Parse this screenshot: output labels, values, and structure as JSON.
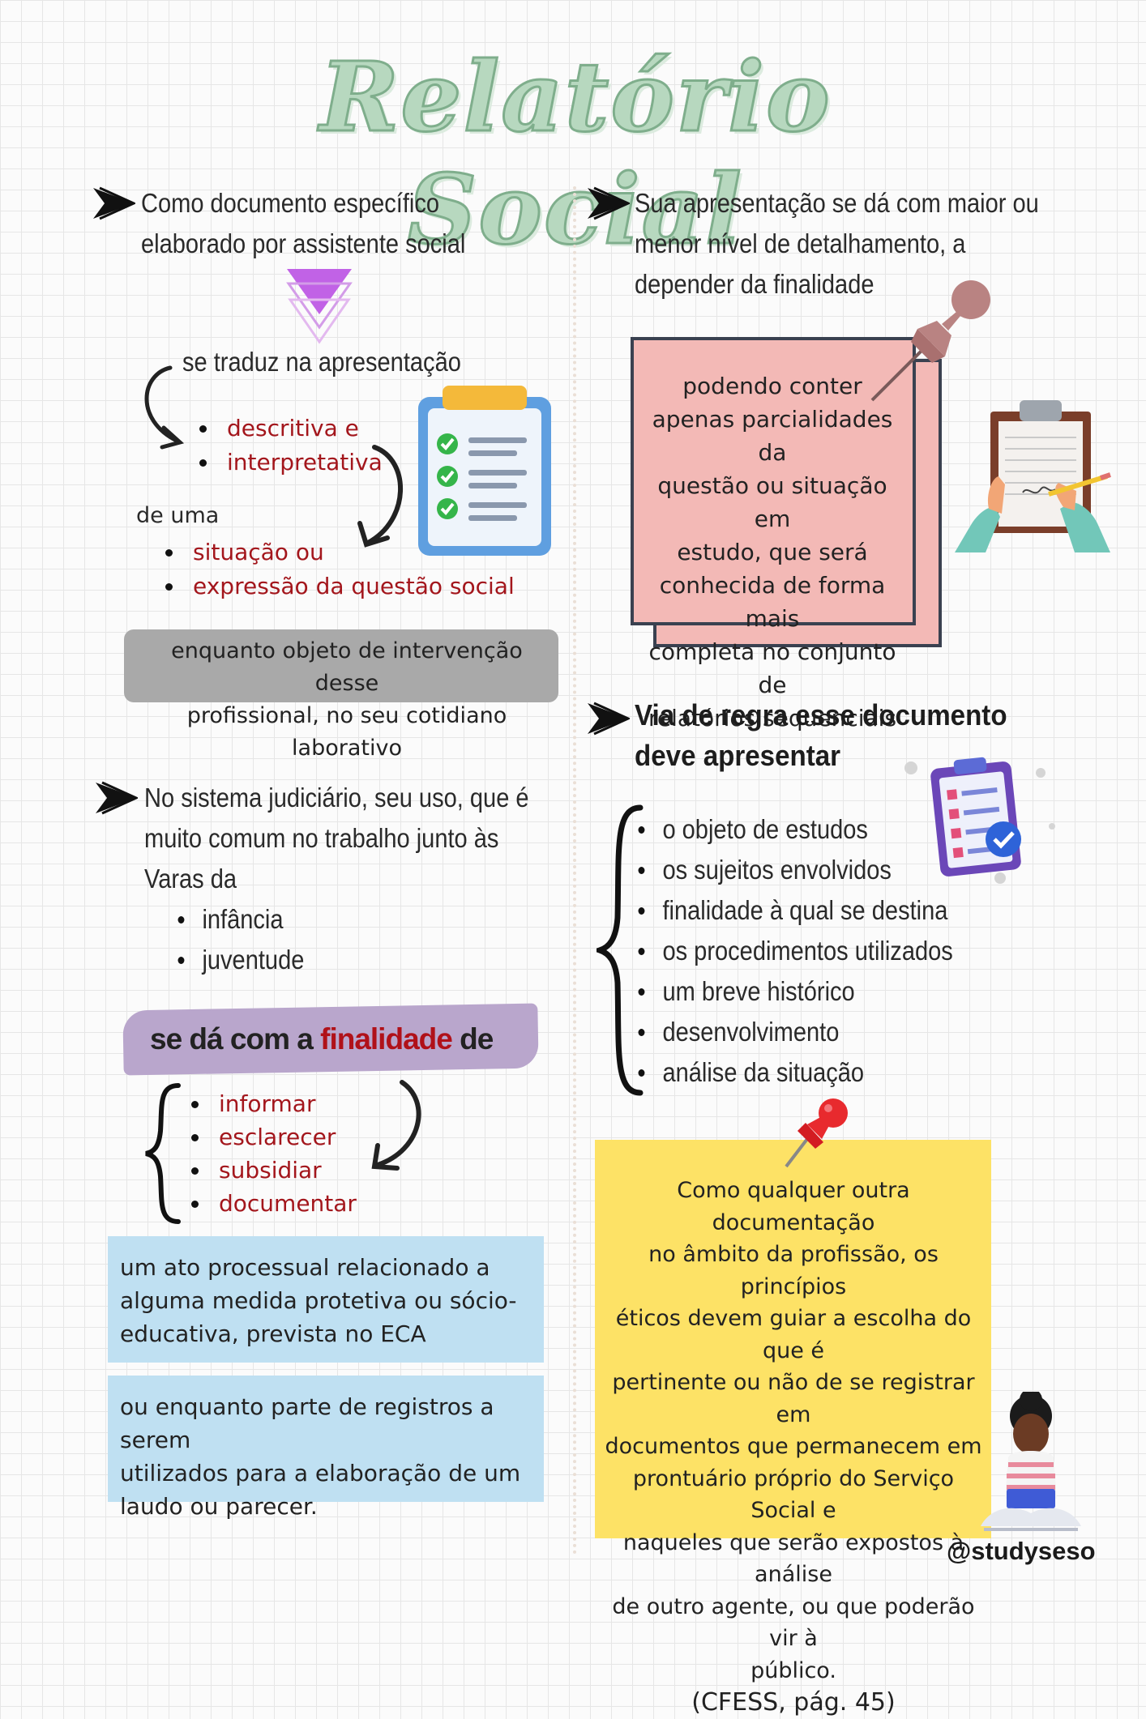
{
  "title": "Relatório Social",
  "left": {
    "intro": [
      "Como documento específico",
      "elaborado por assistente social"
    ],
    "translates": "se traduz na apresentação",
    "types": [
      "descritiva e",
      "interpretativa"
    ],
    "of_a": "de uma",
    "situations": [
      "situação ou",
      "expressão da questão social"
    ],
    "object_box": [
      "enquanto objeto de intervenção desse",
      "profissional, no seu cotidiano laborativo"
    ],
    "judicial": [
      "No sistema judiciário, seu uso, que é",
      "muito comum no trabalho junto às",
      "Varas da"
    ],
    "varas": [
      "infância",
      "juventude"
    ],
    "purpose_prefix": "se dá com a",
    "purpose_highlight": "finalidade",
    "purpose_suffix": "de",
    "purposes": [
      "informar",
      "esclarecer",
      "subsidiar",
      "documentar"
    ],
    "box1": [
      "um ato processual relacionado a",
      "alguma medida protetiva ou sócio-",
      "educativa, prevista no ECA"
    ],
    "box2": [
      "ou enquanto parte de registros a serem",
      "utilizados para a elaboração de um",
      "laudo ou parecer."
    ]
  },
  "right": {
    "intro": [
      "Sua apresentação se dá com maior ou",
      "menor nível de detalhamento, a",
      "depender da finalidade"
    ],
    "pink_note": [
      "podendo conter",
      "apenas parcialidades da",
      "questão ou situação em",
      "estudo, que será",
      "conhecida de forma mais",
      "completa no conjunto de",
      "relatórios sequenciais"
    ],
    "rule_heading": [
      "Via de regra esse documento",
      "deve apresentar"
    ],
    "items": [
      "o objeto de estudos",
      "os sujeitos envolvidos",
      "finalidade à qual se destina",
      "os procedimentos utilizados",
      "um breve histórico",
      "desenvolvimento",
      "análise da situação"
    ],
    "yellow_note": [
      "Como qualquer outra documentação",
      "no âmbito da profissão, os princípios",
      "éticos devem guiar a escolha do que é",
      "pertinente ou não de se registrar em",
      "documentos que permanecem em",
      "prontuário próprio do Serviço Social e",
      "naqueles que serão expostos à análise",
      "de outro agente, ou que poderão vir à",
      "público."
    ],
    "citation": "(CFESS, pág. 45)"
  },
  "handle": "@studyseso",
  "colors": {
    "title": "#b7d8bf",
    "red": "#a3161c",
    "pink": "#f3b9b6",
    "blue": "#bfe0f2",
    "yellow": "#fde266",
    "purple": "#b9a6cc",
    "grey": "#a9a9a9"
  }
}
